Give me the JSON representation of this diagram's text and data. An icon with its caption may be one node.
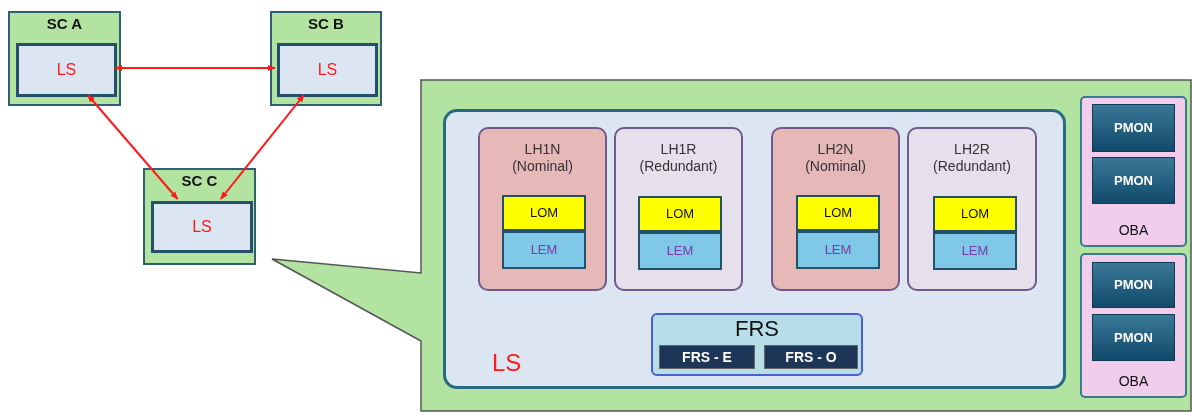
{
  "diagram": {
    "nodes": [
      {
        "text": [
          "SC A"
        ]
      },
      {
        "text": [
          "LS"
        ],
        "in": 0
      },
      {
        "text": [
          "SC B"
        ]
      },
      {
        "text": [
          "LS"
        ],
        "in": 2
      },
      {
        "text": [
          "SC C"
        ]
      },
      {
        "text": [
          "LS"
        ],
        "in": 4
      },
      {
        "text": [],
        "shape": "callout"
      },
      {
        "text": [
          "LS"
        ],
        "in": 6
      },
      {
        "text": [
          "LH1N (Nominal)"
        ],
        "in": 7
      },
      {
        "text": [
          "LOM"
        ],
        "in": 8
      },
      {
        "text": [
          "LEM"
        ],
        "in": 8
      },
      {
        "text": [
          "LH1R (Redundant)"
        ],
        "in": 7
      },
      {
        "text": [
          "LOM"
        ],
        "in": 11
      },
      {
        "text": [
          "LEM"
        ],
        "in": 11
      },
      {
        "text": [
          "LH2N (Nominal)"
        ],
        "in": 7
      },
      {
        "text": [
          "LOM"
        ],
        "in": 14
      },
      {
        "text": [
          "LEM"
        ],
        "in": 14
      },
      {
        "text": [
          "LH2R (Redundant)"
        ],
        "in": 7
      },
      {
        "text": [
          "LOM"
        ],
        "in": 17
      },
      {
        "text": [
          "LEM"
        ],
        "in": 17
      },
      {
        "text": [
          "FRS"
        ],
        "in": 7
      },
      {
        "text": [
          "FRS - E"
        ],
        "in": 20
      },
      {
        "text": [
          "FRS - O"
        ],
        "in": 20
      },
      {
        "text": [
          "OBA"
        ],
        "in": 6
      },
      {
        "text": [
          "PMON"
        ],
        "in": 23
      },
      {
        "text": [
          "PMON"
        ],
        "in": 23
      },
      {
        "text": [
          "OBA"
        ],
        "in": 6
      },
      {
        "text": [
          "PMON"
        ],
        "in": 26
      },
      {
        "text": [
          "PMON"
        ],
        "in": 26
      }
    ],
    "edges": [
      {
        "from": 1,
        "to": 3,
        "arrow": "both"
      },
      {
        "from": 1,
        "to": 5,
        "arrow": "both"
      },
      {
        "from": 3,
        "to": 5,
        "arrow": "both"
      }
    ]
  }
}
